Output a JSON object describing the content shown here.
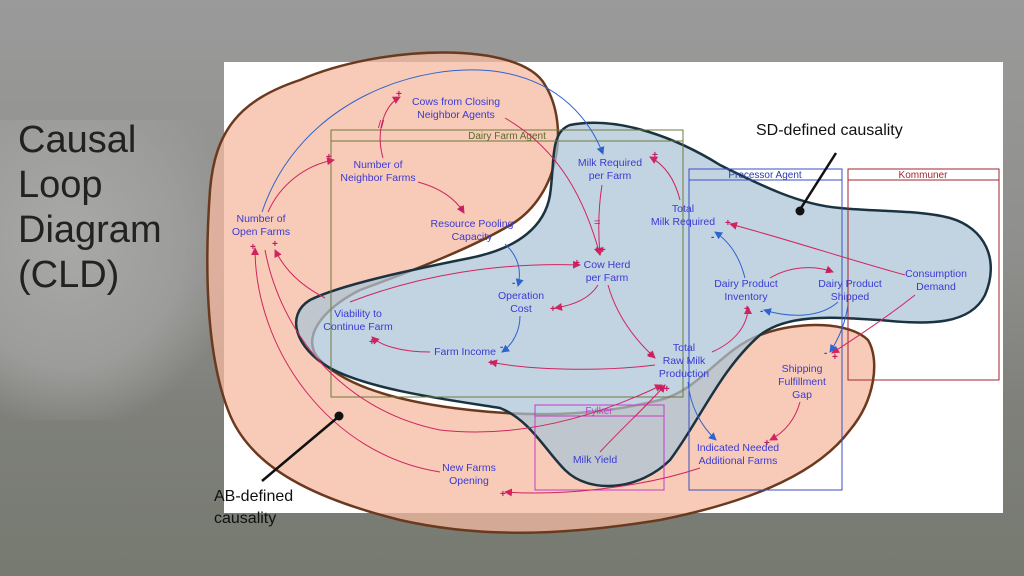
{
  "slide": {
    "title": "Causal\nLoop\nDiagram\n(CLD)"
  },
  "callouts": {
    "sd": "SD-defined causality",
    "ab": "AB-defined\ncausality"
  },
  "agents": {
    "dairy_farm": "Dairy Farm Agent",
    "processor": "Processor Agent",
    "kommuner": "Kommuner",
    "fylker": "Fylker"
  },
  "nodes": {
    "cows_from_closing": [
      "Cows from Closing",
      "Neighbor Agents"
    ],
    "number_neighbor_farms": [
      "Number of",
      "Neighbor Farms"
    ],
    "number_open_farms": [
      "Number of",
      "Open Farms"
    ],
    "resource_pooling": [
      "Resource Pooling",
      "Capacity"
    ],
    "milk_required_per_farm": [
      "Milk Required",
      "per Farm"
    ],
    "total_milk_required": [
      "Total",
      "Milk Required"
    ],
    "cow_herd_per_farm": [
      "Cow Herd",
      "per Farm"
    ],
    "operation_cost": [
      "Operation",
      "Cost"
    ],
    "viability": [
      "Viability to",
      "Continue Farm"
    ],
    "farm_income": [
      "Farm Income"
    ],
    "total_raw_milk": [
      "Total",
      "Raw Milk",
      "Production"
    ],
    "dairy_product_inventory": [
      "Dairy Product",
      "Inventory"
    ],
    "dairy_product_shipped": [
      "Dairy Product",
      "Shipped"
    ],
    "consumption_demand": [
      "Consumption",
      "Demand"
    ],
    "shipping_gap": [
      "Shipping",
      "Fulfillment",
      "Gap"
    ],
    "indicated_needed": [
      "Indicated Needed",
      "Additional Farms"
    ],
    "milk_yield": [
      "Milk Yield"
    ],
    "new_farms_opening": [
      "New Farms",
      "Opening"
    ]
  },
  "colors": {
    "ab_fill": "#f4b9a0",
    "ab_stroke": "#6b3a1e",
    "sd_fill": "#aac4d6",
    "sd_stroke": "#1b3340",
    "link_pink": "#d0245f",
    "link_blue": "#2f63d0",
    "dairy_box": "#6e7a3c",
    "processor_box": "#3a4fc6",
    "kommuner_box": "#a2262e",
    "fylker_box": "#c43cc9"
  }
}
